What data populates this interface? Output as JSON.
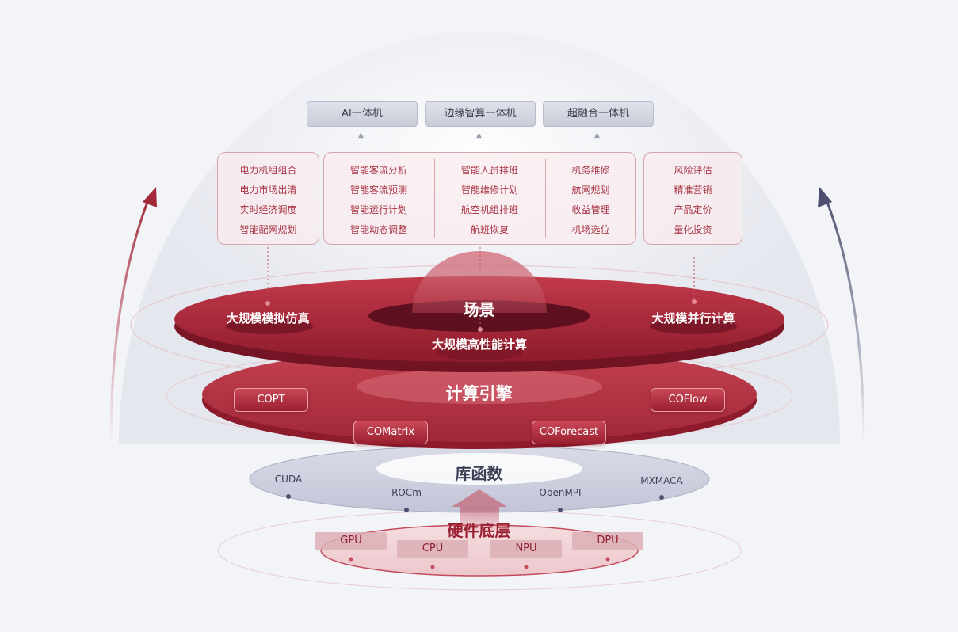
{
  "products": [
    "AI一体机",
    "边缘智算一体机",
    "超融合一体机"
  ],
  "scenario_cards": [
    {
      "columns": [
        [
          "电力机组组合",
          "电力市场出清",
          "实时经济调度",
          "智能配网规划"
        ]
      ]
    },
    {
      "columns": [
        [
          "智能客流分析",
          "智能客流预测",
          "智能运行计划",
          "智能动态调整"
        ],
        [
          "智能人员排班",
          "智能维修计划",
          "航空机组排班",
          "航班恢复"
        ],
        [
          "机务维修",
          "航网规划",
          "收益管理",
          "机场选位"
        ]
      ]
    },
    {
      "columns": [
        [
          "风险评估",
          "精准营销",
          "产品定价",
          "量化投资"
        ]
      ]
    }
  ],
  "scene_layer": {
    "title": "场景",
    "left": "大规模模拟仿真",
    "center": "大规模高性能计算",
    "right": "大规模并行计算"
  },
  "engine_layer": {
    "title": "计算引擎",
    "engines": [
      "COPT",
      "COFlow",
      "COMatrix",
      "COForecast"
    ]
  },
  "library_layer": {
    "title": "库函数",
    "libraries": [
      "CUDA",
      "ROCm",
      "OpenMPI",
      "MXMACA"
    ]
  },
  "hardware_layer": {
    "title": "硬件底层",
    "chips": [
      "GPU",
      "CPU",
      "NPU",
      "DPU"
    ]
  },
  "colors": {
    "accent_red": "#9a2031",
    "card_text": "#a83545",
    "library_blue": "#c7cadc",
    "arrow_slate": "#4c4f70"
  }
}
